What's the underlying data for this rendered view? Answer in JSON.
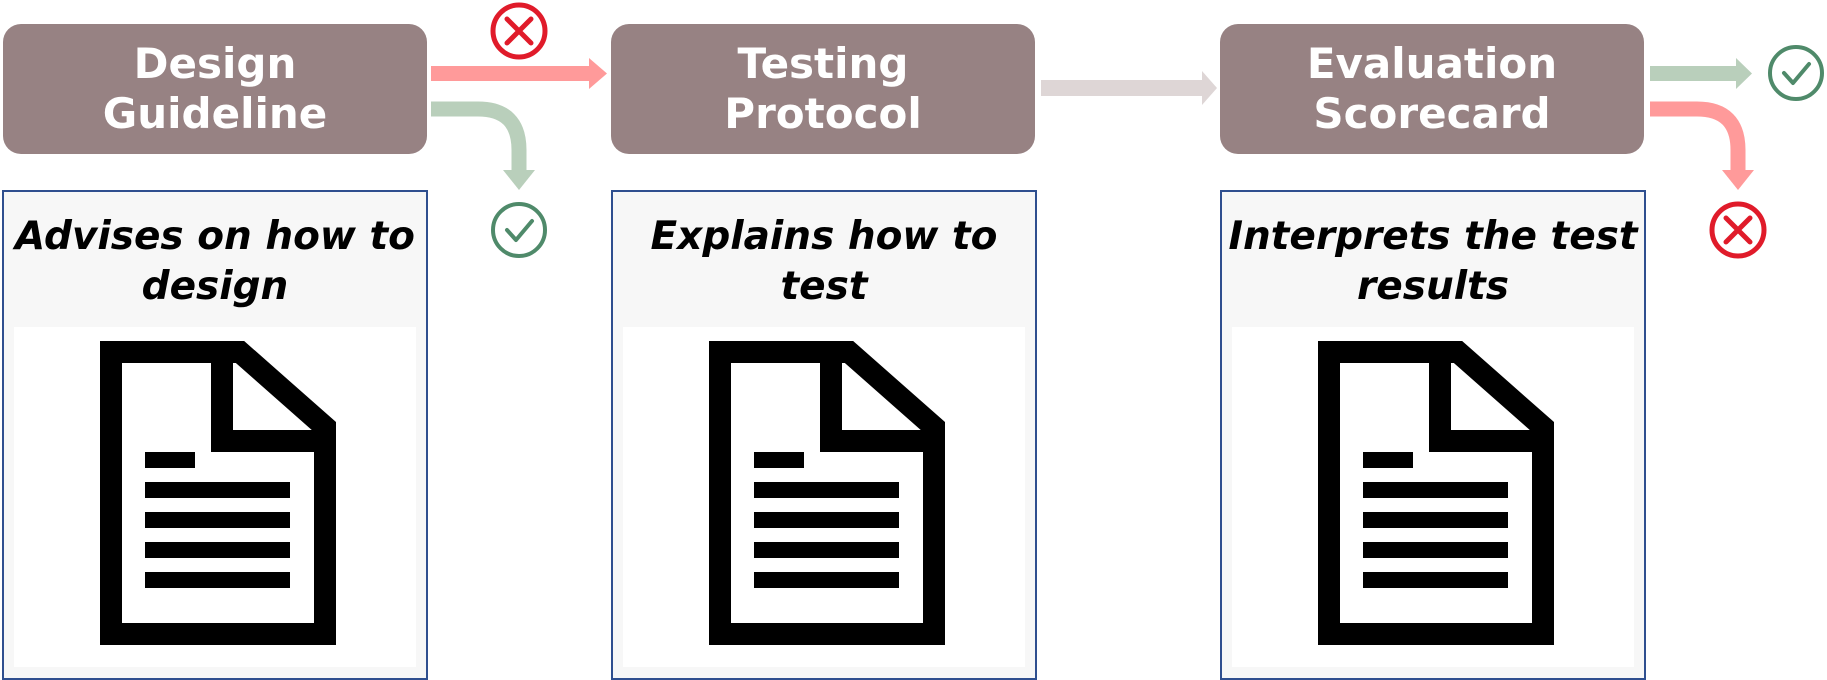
{
  "steps": [
    {
      "title_line1": "Design",
      "title_line2": "Guideline",
      "desc_line1": "Advises on how to",
      "desc_line2": "design",
      "icon": "document-icon"
    },
    {
      "title_line1": "Testing",
      "title_line2": "Protocol",
      "desc_line1": "Explains how to",
      "desc_line2": "test",
      "icon": "document-icon"
    },
    {
      "title_line1": "Evaluation",
      "title_line2": "Scorecard",
      "desc_line1": "Interprets the test",
      "desc_line2": "results",
      "icon": "document-icon"
    }
  ],
  "status_icons": {
    "fail": "x-circle-icon",
    "pass": "check-circle-icon"
  },
  "colors": {
    "header_bg": "#978283",
    "header_text": "#ffffff",
    "card_border": "#2f4f8f",
    "card_bg": "#f7f7f7",
    "arrow_fail": "#ff9a9a",
    "arrow_pass": "#b9cfbb",
    "arrow_neutral": "#ded6d6",
    "icon_fail": "#e01b2a",
    "icon_pass": "#4f8a6a"
  }
}
